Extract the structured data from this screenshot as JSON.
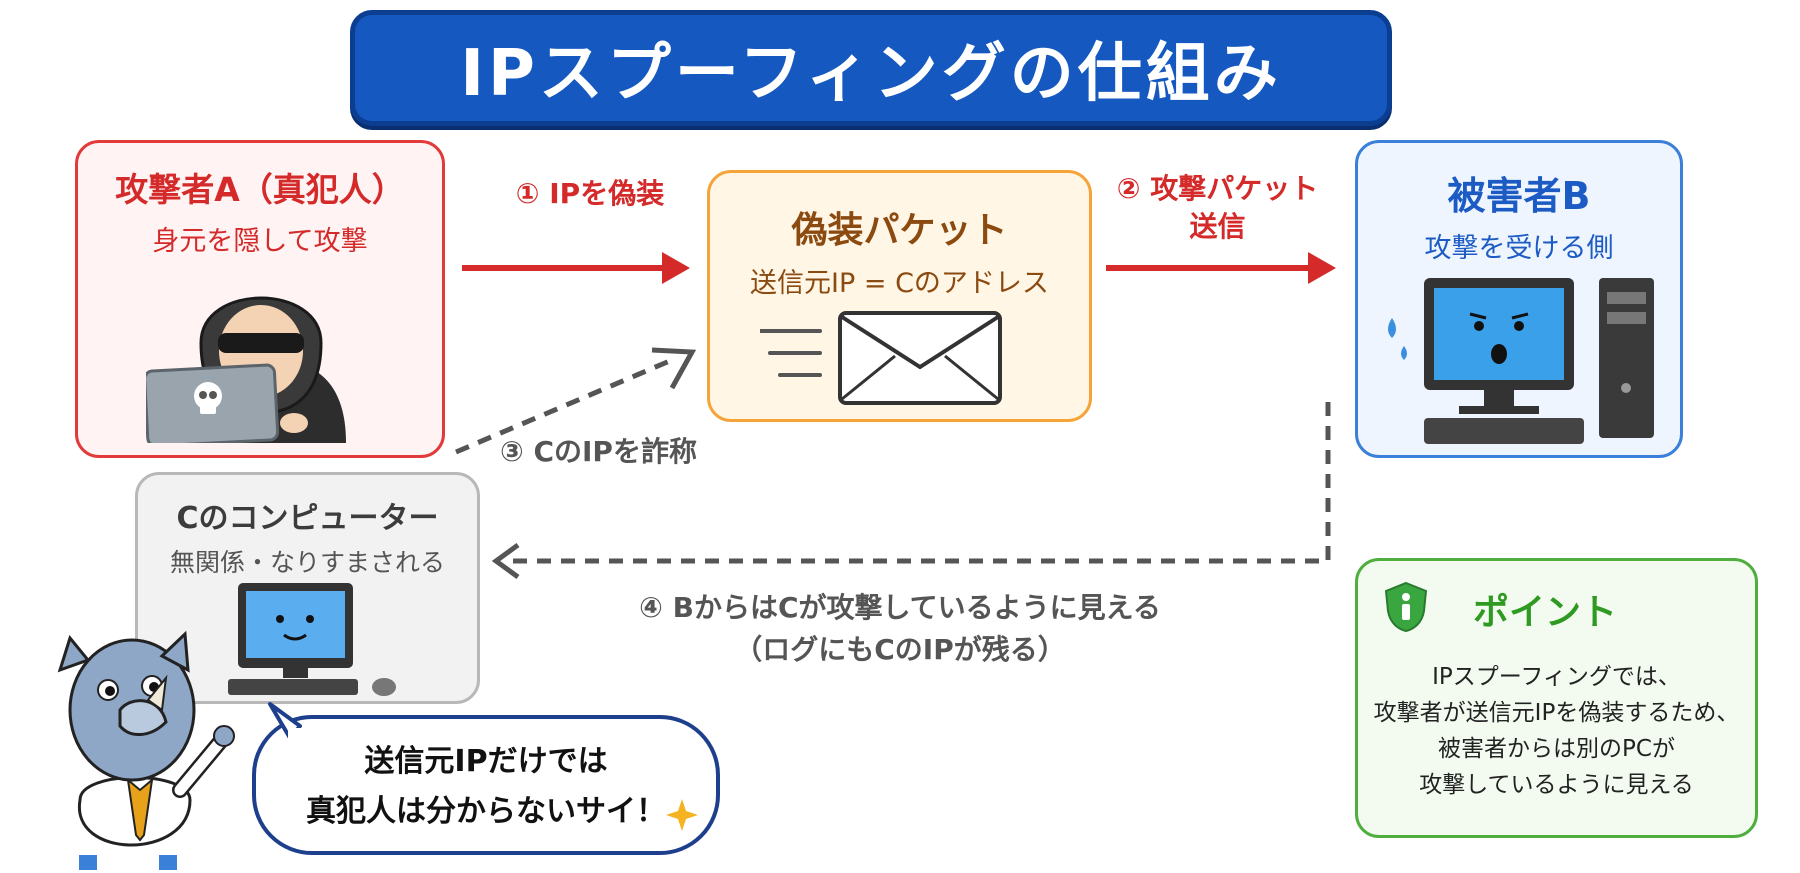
{
  "title": "IPスプーフィングの仕組み",
  "attacker": {
    "title": "攻撃者A（真犯人）",
    "subtitle": "身元を隠して攻撃"
  },
  "packet": {
    "title": "偽装パケット",
    "subtitle": "送信元IP = Cのアドレス"
  },
  "victim": {
    "title": "被害者B",
    "subtitle": "攻撃を受ける側"
  },
  "computer_c": {
    "title": "Cのコンピューター",
    "subtitle": "無関係・なりすまされる"
  },
  "steps": {
    "step1": "① IPを偽装",
    "step2_line1": "② 攻撃パケット",
    "step2_line2": "送信",
    "step3": "③ CのIPを詐称",
    "step4_line1": "④ BからはCが攻撃しているように見える",
    "step4_line2": "（ログにもCのIPが残る）"
  },
  "point": {
    "title": "ポイント",
    "lines": [
      "IPスプーフィングでは、",
      "攻撃者が送信元IPを偽装するため、",
      "被害者からは別のPCが",
      "攻撃しているように見える"
    ]
  },
  "bubble": {
    "line1": "送信元IPだけでは",
    "line2": "真犯人は分からないサイ！"
  },
  "icons": [
    "skull-icon",
    "envelope-icon",
    "shield-info-icon",
    "sparkle-icon",
    "sweat-drop-icon"
  ],
  "colors": {
    "title_bg": "#1558c0",
    "attacker": "#e23a3a",
    "packet": "#f5a43a",
    "victim": "#3a7fd8",
    "computer_c": "#b8b8b8",
    "point": "#4fae3e",
    "arrow": "#d42a2a"
  }
}
